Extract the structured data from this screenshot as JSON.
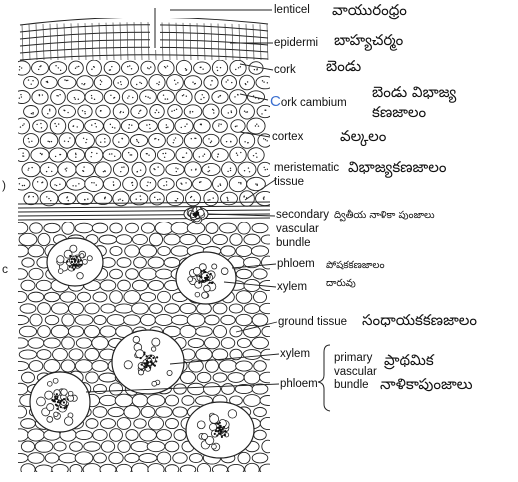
{
  "labels": {
    "lenticel": "lenticel",
    "epidermis": "epidermi",
    "cork": "cork",
    "cork_cambium_c": "C",
    "cork_cambium": "ork cambium",
    "cortex": "cortex",
    "meristematic_1": "meristematic",
    "meristematic_2": "tissue",
    "secondary_1": "secondary",
    "secondary_2": "vascular",
    "secondary_3": "bundle",
    "phloem_upper": "phloem",
    "xylem_upper": "xylem",
    "ground_tissue": "ground tissue",
    "xylem_lower": "xylem",
    "primary_1": "primary",
    "primary_2": "vascular",
    "primary_3": "bundle",
    "phloem_lower": "phloem"
  },
  "telugu": {
    "lenticel": "వాయురంధ్రం",
    "epidermis": "బాహ్యచర్మం",
    "cork": "బెండు",
    "cork_cambium_1": "బెండు విభాజ్య",
    "cork_cambium_2": "కణజాలం",
    "cortex": "వల్కలం",
    "meristematic": "విభాజ్యకణజాలం",
    "secondary": "ద్వితీయ నాళికా పుంజాలు",
    "phloem": "పోషకకణజాలం",
    "xylem": "దారువు",
    "ground_tissue": "సంధాయకకణజాలం",
    "primary_1": "ప్రాథమిక",
    "primary_2": "నాళికాపుంజాలు"
  },
  "edge_fragments": {
    "left_mid": ")",
    "left_lower": "c"
  }
}
